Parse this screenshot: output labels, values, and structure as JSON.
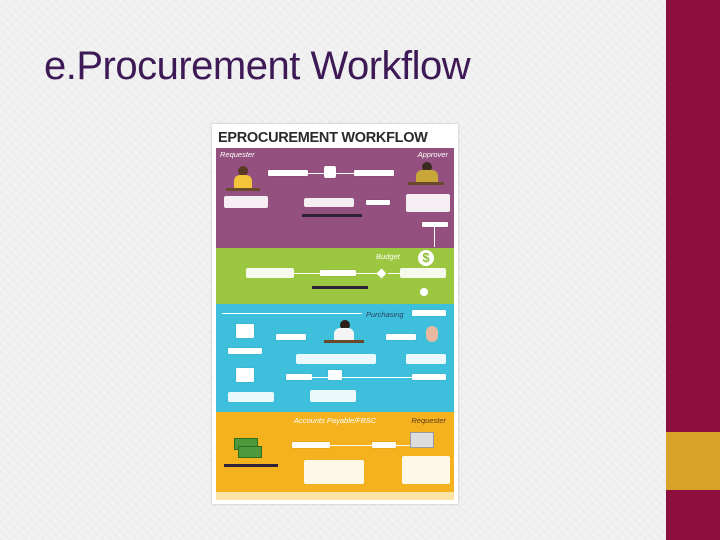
{
  "slide": {
    "title": "e.Procurement Workflow"
  },
  "poster": {
    "title": "EPROCUREMENT WORKFLOW",
    "lanes": {
      "requester": "Requester",
      "approver": "Approver",
      "budget": "Budget",
      "purchasing": "Purchasing",
      "accounts_payable": "Accounts Payable/FBSC",
      "requester_2": "Requester"
    },
    "icons": [
      "person-icon",
      "document-icon",
      "dollar-icon",
      "money-icon",
      "truck-icon",
      "envelope-icon"
    ]
  },
  "colors": {
    "sidebar": "#8c0f3e",
    "sidebar_accent": "#d9a32a",
    "requester_band": "#94517f",
    "budget_band": "#9cc740",
    "purchasing_band": "#3ec0dd",
    "ap_band": "#f3b21e"
  }
}
